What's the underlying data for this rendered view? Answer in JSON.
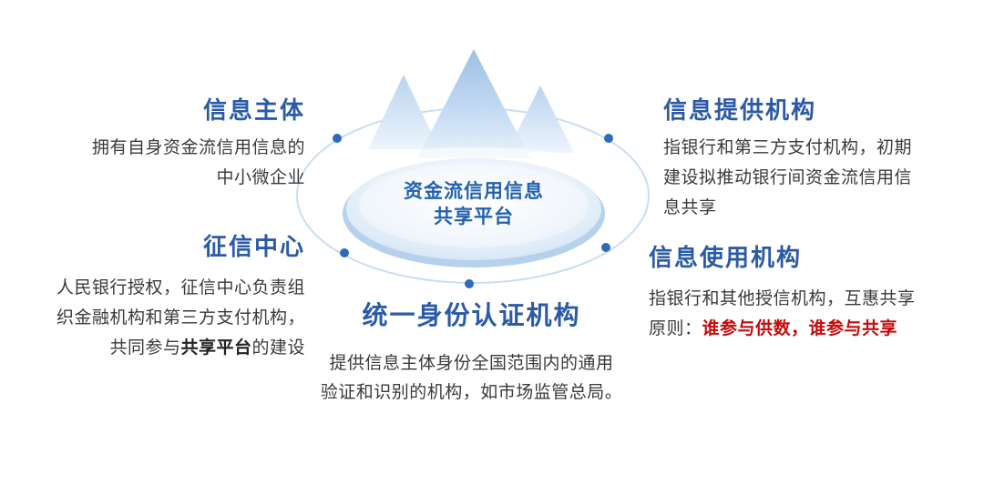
{
  "center": {
    "platform_title": "资金流信用信息\n共享平台"
  },
  "nodes": {
    "info_subject": {
      "title": "信息主体",
      "body": "拥有自身资金流信用信息的\n中小微企业"
    },
    "info_provider": {
      "title": "信息提供机构",
      "body": "指银行和第三方支付机构，初期\n建设拟推动银行间资金流信用信\n息共享"
    },
    "credit_center": {
      "title": "征信中心",
      "body_part1": "人民银行授权，征信中心负责组\n织金融机构和第三方支付机构，\n共同参与",
      "body_bold": "共享平台",
      "body_part2": "的建设"
    },
    "info_user": {
      "title": "信息使用机构",
      "body_part1": "指银行和其他授信机构，互惠共享\n原则：",
      "body_red": "谁参与供数，谁参与共享"
    },
    "identity_auth": {
      "title": "统一身份认证机构",
      "body": "提供信息主体身份全国范围内的通用\n验证和识别的机构，如市场监管总局。"
    }
  },
  "colors": {
    "heading_blue": "#2B5AA6",
    "center_text_blue": "#2361AC",
    "body_text": "#3a3a3a",
    "accent_red": "#C50A0A",
    "dot_blue": "#2D6DB5",
    "ring_blue": "#CADDF1"
  }
}
